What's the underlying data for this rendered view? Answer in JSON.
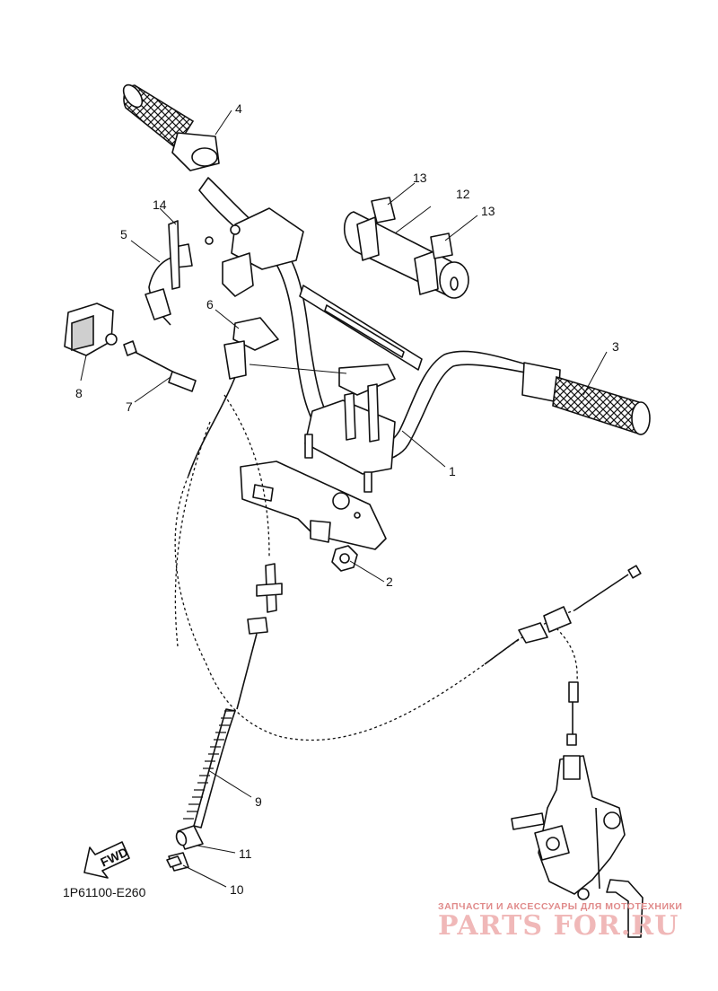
{
  "diagram": {
    "code": "1P61100-E260",
    "fwd_label": "FWD",
    "callouts": [
      {
        "id": "1",
        "label": "1"
      },
      {
        "id": "2",
        "label": "2"
      },
      {
        "id": "3",
        "label": "3"
      },
      {
        "id": "4",
        "label": "4"
      },
      {
        "id": "5",
        "label": "5"
      },
      {
        "id": "6",
        "label": "6"
      },
      {
        "id": "7",
        "label": "7"
      },
      {
        "id": "8",
        "label": "8"
      },
      {
        "id": "9",
        "label": "9"
      },
      {
        "id": "10",
        "label": "10"
      },
      {
        "id": "11",
        "label": "11"
      },
      {
        "id": "12",
        "label": "12"
      },
      {
        "id": "13a",
        "label": "13"
      },
      {
        "id": "13b",
        "label": "13"
      },
      {
        "id": "14",
        "label": "14"
      }
    ]
  },
  "watermark": {
    "caption": "ЗАПЧАСТИ И АКСЕССУАРЫ ДЛЯ МОТОТЕХНИКИ",
    "logo": "PARTS FOR.RU"
  }
}
